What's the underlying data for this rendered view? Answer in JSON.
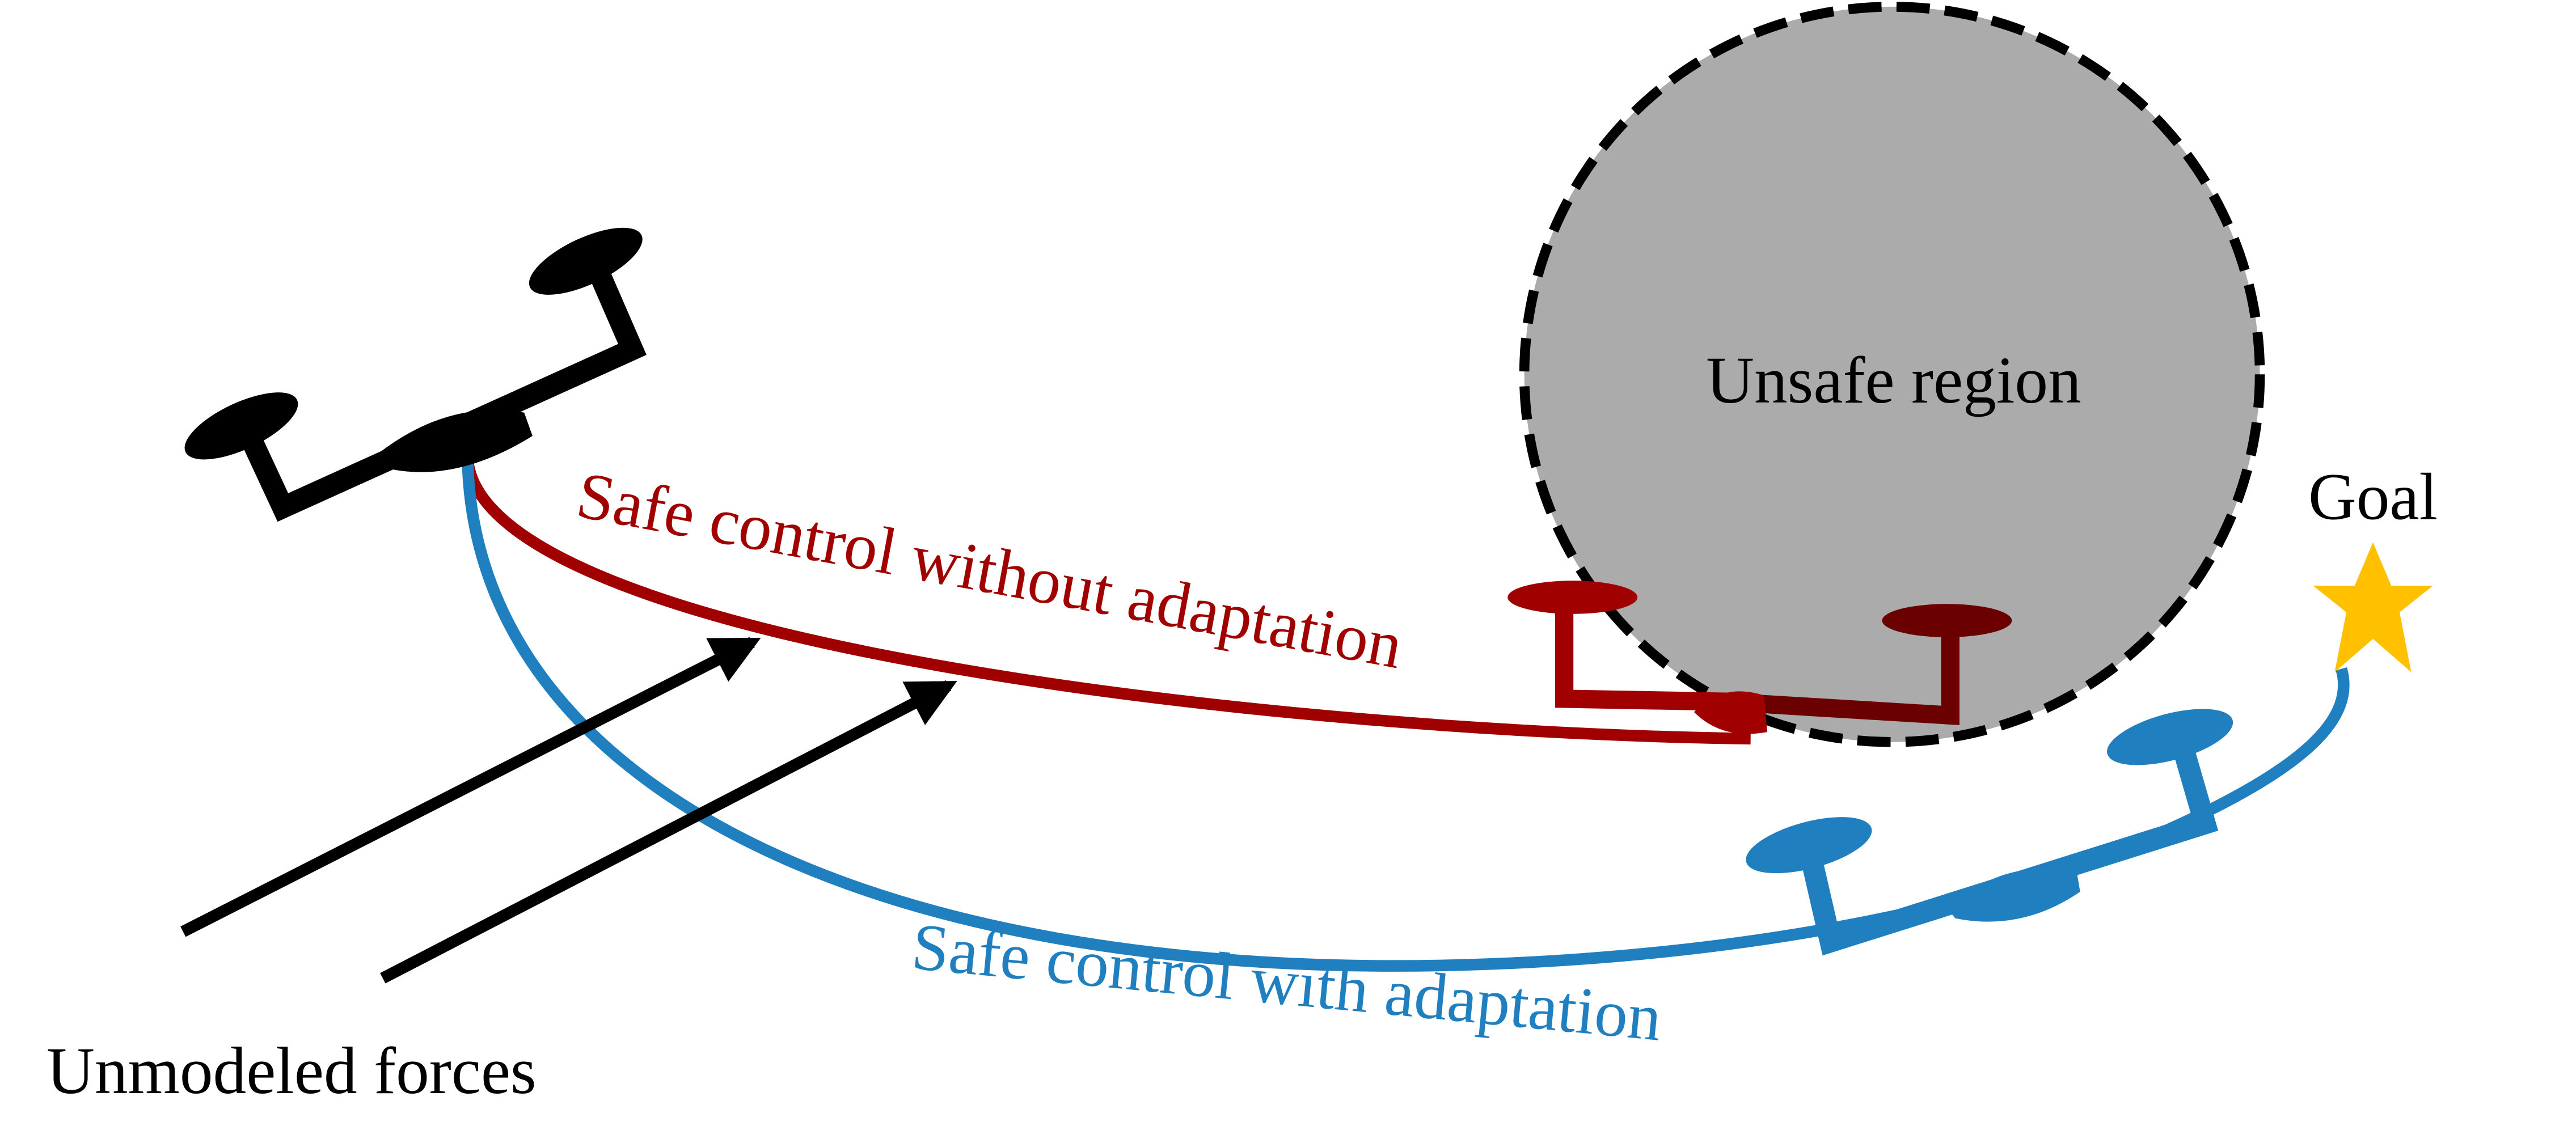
{
  "labels": {
    "unsafe_region": "Unsafe region",
    "goal": "Goal",
    "without_adaptation": "Safe control without adaptation",
    "with_adaptation": "Safe control with adaptation",
    "unmodeled_forces": "Unmodeled forces"
  },
  "colors": {
    "red_path": "#a00000",
    "red_drone": "#a00000",
    "red_drone_dark": "#6b0000",
    "blue_path": "#1f7fbf",
    "blue_drone": "#1f7fbf",
    "obstacle_fill": "#ababab",
    "goal_star": "#ffc000",
    "drone_start": "#000000",
    "arrows": "#000000"
  },
  "icons": {
    "goal": "star-icon",
    "start": "quadrotor-icon",
    "obstacle": "dashed-circle-icon"
  }
}
